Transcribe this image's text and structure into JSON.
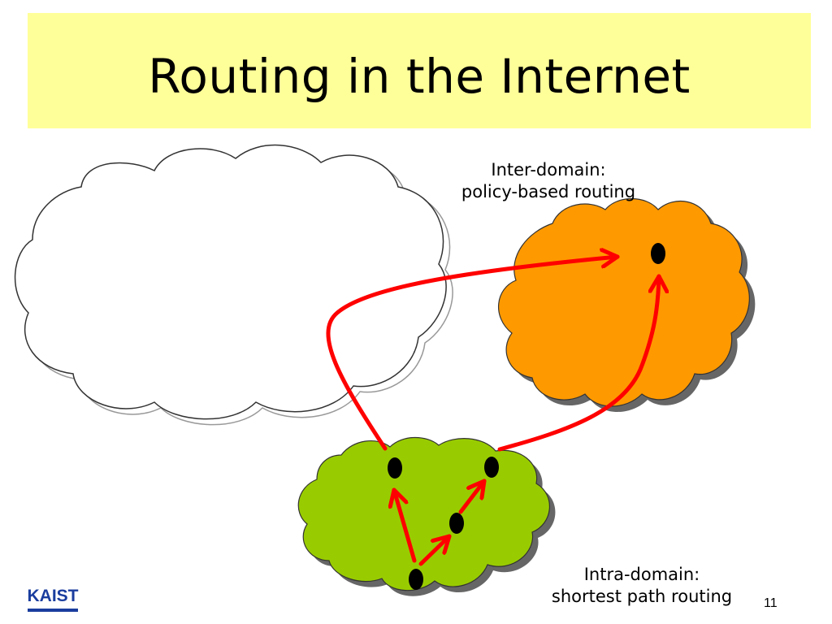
{
  "slide": {
    "title": "Routing in the Internet",
    "number": "11"
  },
  "labels": {
    "inter_domain": [
      "Inter-domain:",
      "policy-based routing"
    ],
    "intra_domain": [
      "Intra-domain:",
      "shortest path routing"
    ]
  },
  "logo": {
    "text": "KAIST"
  },
  "colors": {
    "title_background": "#ffff99",
    "orange_domain": "#ff9900",
    "green_domain": "#99cc00",
    "white_domain": "#ffffff",
    "arrow": "#ff0000",
    "node": "#000000"
  },
  "icons": [
    "cloud-shape",
    "router-node",
    "arrow"
  ]
}
